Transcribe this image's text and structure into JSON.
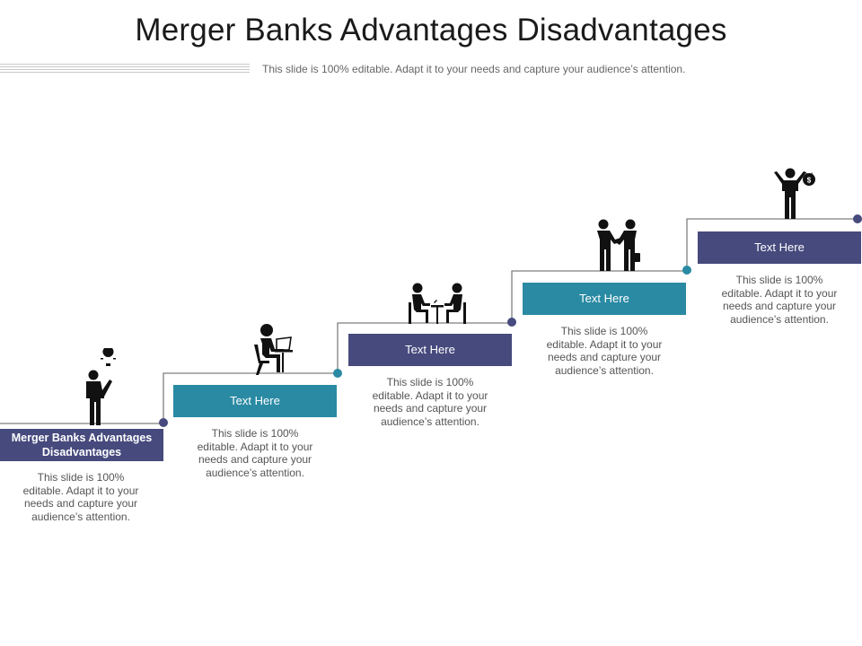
{
  "header": {
    "title": "Merger Banks Advantages Disadvantages",
    "subtitle": "This slide is 100% editable. Adapt it to your needs and capture your audience’s attention."
  },
  "steps": [
    {
      "label": "Merger Banks Advantages Disadvantages",
      "description": "This slide is 100% editable. Adapt it to your needs and capture your audience’s attention.",
      "icon": "idea-person-icon",
      "color": "#464a7d"
    },
    {
      "label": "Text Here",
      "description": "This slide is 100% editable. Adapt it to your needs and capture your audience’s attention.",
      "icon": "laptop-worker-icon",
      "color": "#2a8aa3"
    },
    {
      "label": "Text Here",
      "description": "This slide is 100% editable. Adapt it to your needs and capture your audience’s attention.",
      "icon": "meeting-icon",
      "color": "#464a7d"
    },
    {
      "label": "Text Here",
      "description": "This slide is 100% editable. Adapt it to your needs and capture your audience’s attention.",
      "icon": "handshake-icon",
      "color": "#2a8aa3"
    },
    {
      "label": "Text Here",
      "description": "This slide is 100% editable. Adapt it to your needs and capture your audience’s attention.",
      "icon": "money-success-icon",
      "color": "#464a7d"
    }
  ],
  "colors": {
    "navy": "#464a7d",
    "teal": "#2a8aa3",
    "line": "#7f7f7f"
  }
}
